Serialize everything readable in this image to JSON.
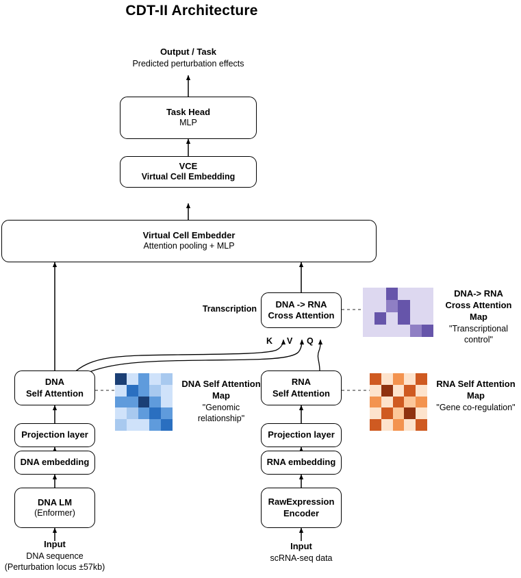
{
  "title": "CDT-II Architecture",
  "nodes": {
    "task_head": {
      "line1": "Task Head",
      "line2": "MLP"
    },
    "vce": {
      "line1": "VCE",
      "line2": "Virtual Cell Embedding"
    },
    "virtual_cell_embedder": {
      "line1": "Virtual Cell Embedder",
      "line2": "Attention pooling + MLP"
    },
    "cross_attention": {
      "line1": "DNA -> RNA",
      "line2": "Cross Attention"
    },
    "dna_self_attention": {
      "line1": "DNA",
      "line2": "Self Attention"
    },
    "rna_self_attention": {
      "line1": "RNA",
      "line2": "Self Attention"
    },
    "dna_projection": {
      "line1": "Projection layer"
    },
    "rna_projection": {
      "line1": "Projection layer"
    },
    "dna_embedding": {
      "line1": "DNA embedding"
    },
    "rna_embedding": {
      "line1": "RNA embedding"
    },
    "dna_lm": {
      "line1": "DNA LM",
      "line2": "(Enformer)"
    },
    "rawexpression_encoder": {
      "line1": "RawExpression",
      "line2": "Encoder"
    }
  },
  "labels": {
    "output": {
      "bold": "Output / Task",
      "normal": "Predicted perturbation effects"
    },
    "transcription": "Transcription",
    "dna_input": {
      "bold": "Input",
      "line2": "DNA sequence",
      "line3": "(Perturbation locus ±57kb)"
    },
    "rna_input": {
      "bold": "Input",
      "line2": "scRNA-seq data"
    },
    "kvq": {
      "k": "K",
      "v": "V",
      "q": "Q"
    }
  },
  "attention_maps": {
    "dna": {
      "caption_bold_1": "DNA Self Attention",
      "caption_bold_2": "Map",
      "caption_quote_1": "\"Genomic",
      "caption_quote_2": "relationship\"",
      "colors": {
        "base": "#1f5aa0",
        "scale": [
          "#cfe2fa",
          "#a8c9ef",
          "#5f9bdc",
          "#2a6fc0",
          "#1b3f75"
        ]
      },
      "rows": 5,
      "cols": 5,
      "values": [
        [
          5,
          1,
          3,
          1,
          2
        ],
        [
          1,
          4,
          3,
          2,
          1
        ],
        [
          3,
          3,
          5,
          3,
          1
        ],
        [
          1,
          2,
          3,
          4,
          3
        ],
        [
          2,
          1,
          1,
          3,
          4
        ]
      ]
    },
    "rna": {
      "caption_bold_1": "RNA Self Attention",
      "caption_bold_2": "Map",
      "caption_quote_1": "\"Gene co-regulation\"",
      "colors": {
        "base": "#c8500f",
        "scale": [
          "#fde3cc",
          "#fcc79a",
          "#f3934f",
          "#cf5a21",
          "#8f3210"
        ]
      },
      "rows": 5,
      "cols": 5,
      "values": [
        [
          4,
          1,
          3,
          1,
          4
        ],
        [
          1,
          5,
          1,
          4,
          1
        ],
        [
          3,
          1,
          4,
          2,
          3
        ],
        [
          1,
          4,
          2,
          5,
          1
        ],
        [
          4,
          1,
          3,
          1,
          4
        ]
      ]
    },
    "cross": {
      "caption_bold_1": "DNA-> RNA",
      "caption_bold_2": "Cross Attention Map",
      "caption_quote_1": "\"Transcriptional",
      "caption_quote_2": "control\"",
      "colors": {
        "base": "#6655aa",
        "scale": [
          "#ddd8f0",
          "#8f7fc4",
          "#6655aa"
        ]
      },
      "rows": 4,
      "cols": 6,
      "values": [
        [
          1,
          1,
          3,
          1,
          1,
          1
        ],
        [
          1,
          1,
          2,
          3,
          1,
          1
        ],
        [
          1,
          3,
          1,
          3,
          1,
          1
        ],
        [
          1,
          1,
          1,
          1,
          2,
          3
        ]
      ]
    }
  }
}
